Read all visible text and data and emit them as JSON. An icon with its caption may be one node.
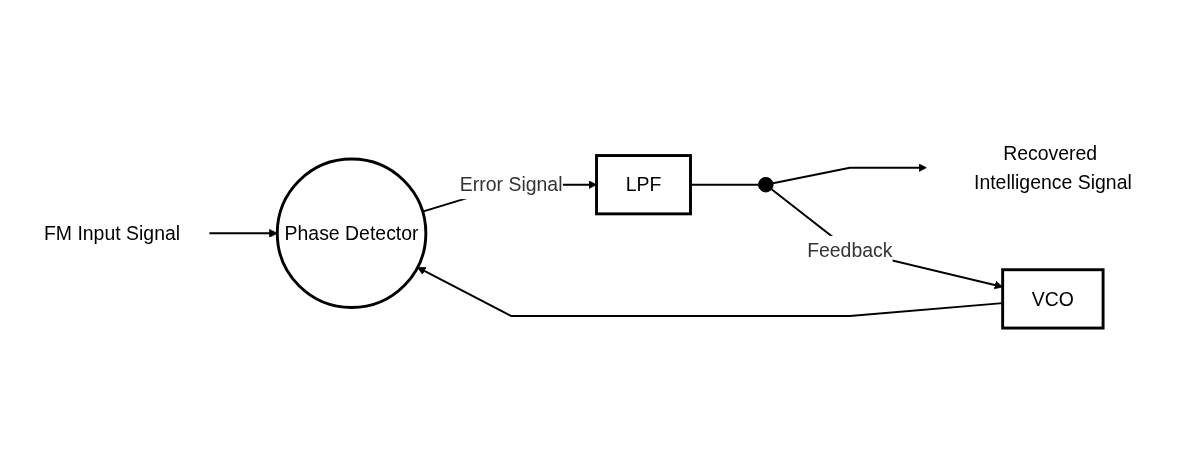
{
  "diagram": {
    "nodes": [
      {
        "text": [
          "FM Input Signal"
        ]
      },
      {
        "text": [
          "Phase Detector"
        ]
      },
      {
        "text": [
          "LPF"
        ]
      },
      {
        "text": [],
        "shape": "circle"
      },
      {
        "text": [
          "Recovered Intelligence Signal"
        ]
      },
      {
        "text": [
          "VCO"
        ]
      }
    ],
    "edges": [
      {
        "from": 0,
        "to": 1,
        "arrow": "to"
      },
      {
        "from": 1,
        "to": 2,
        "label": "Error Signal",
        "arrow": "to"
      },
      {
        "from": 2,
        "to": 3,
        "arrow": "none"
      },
      {
        "from": 3,
        "to": 4,
        "arrow": "to"
      },
      {
        "from": 3,
        "to": 5,
        "label": "Feedback",
        "arrow": "to"
      },
      {
        "from": 5,
        "to": 1,
        "arrow": "to"
      }
    ]
  }
}
